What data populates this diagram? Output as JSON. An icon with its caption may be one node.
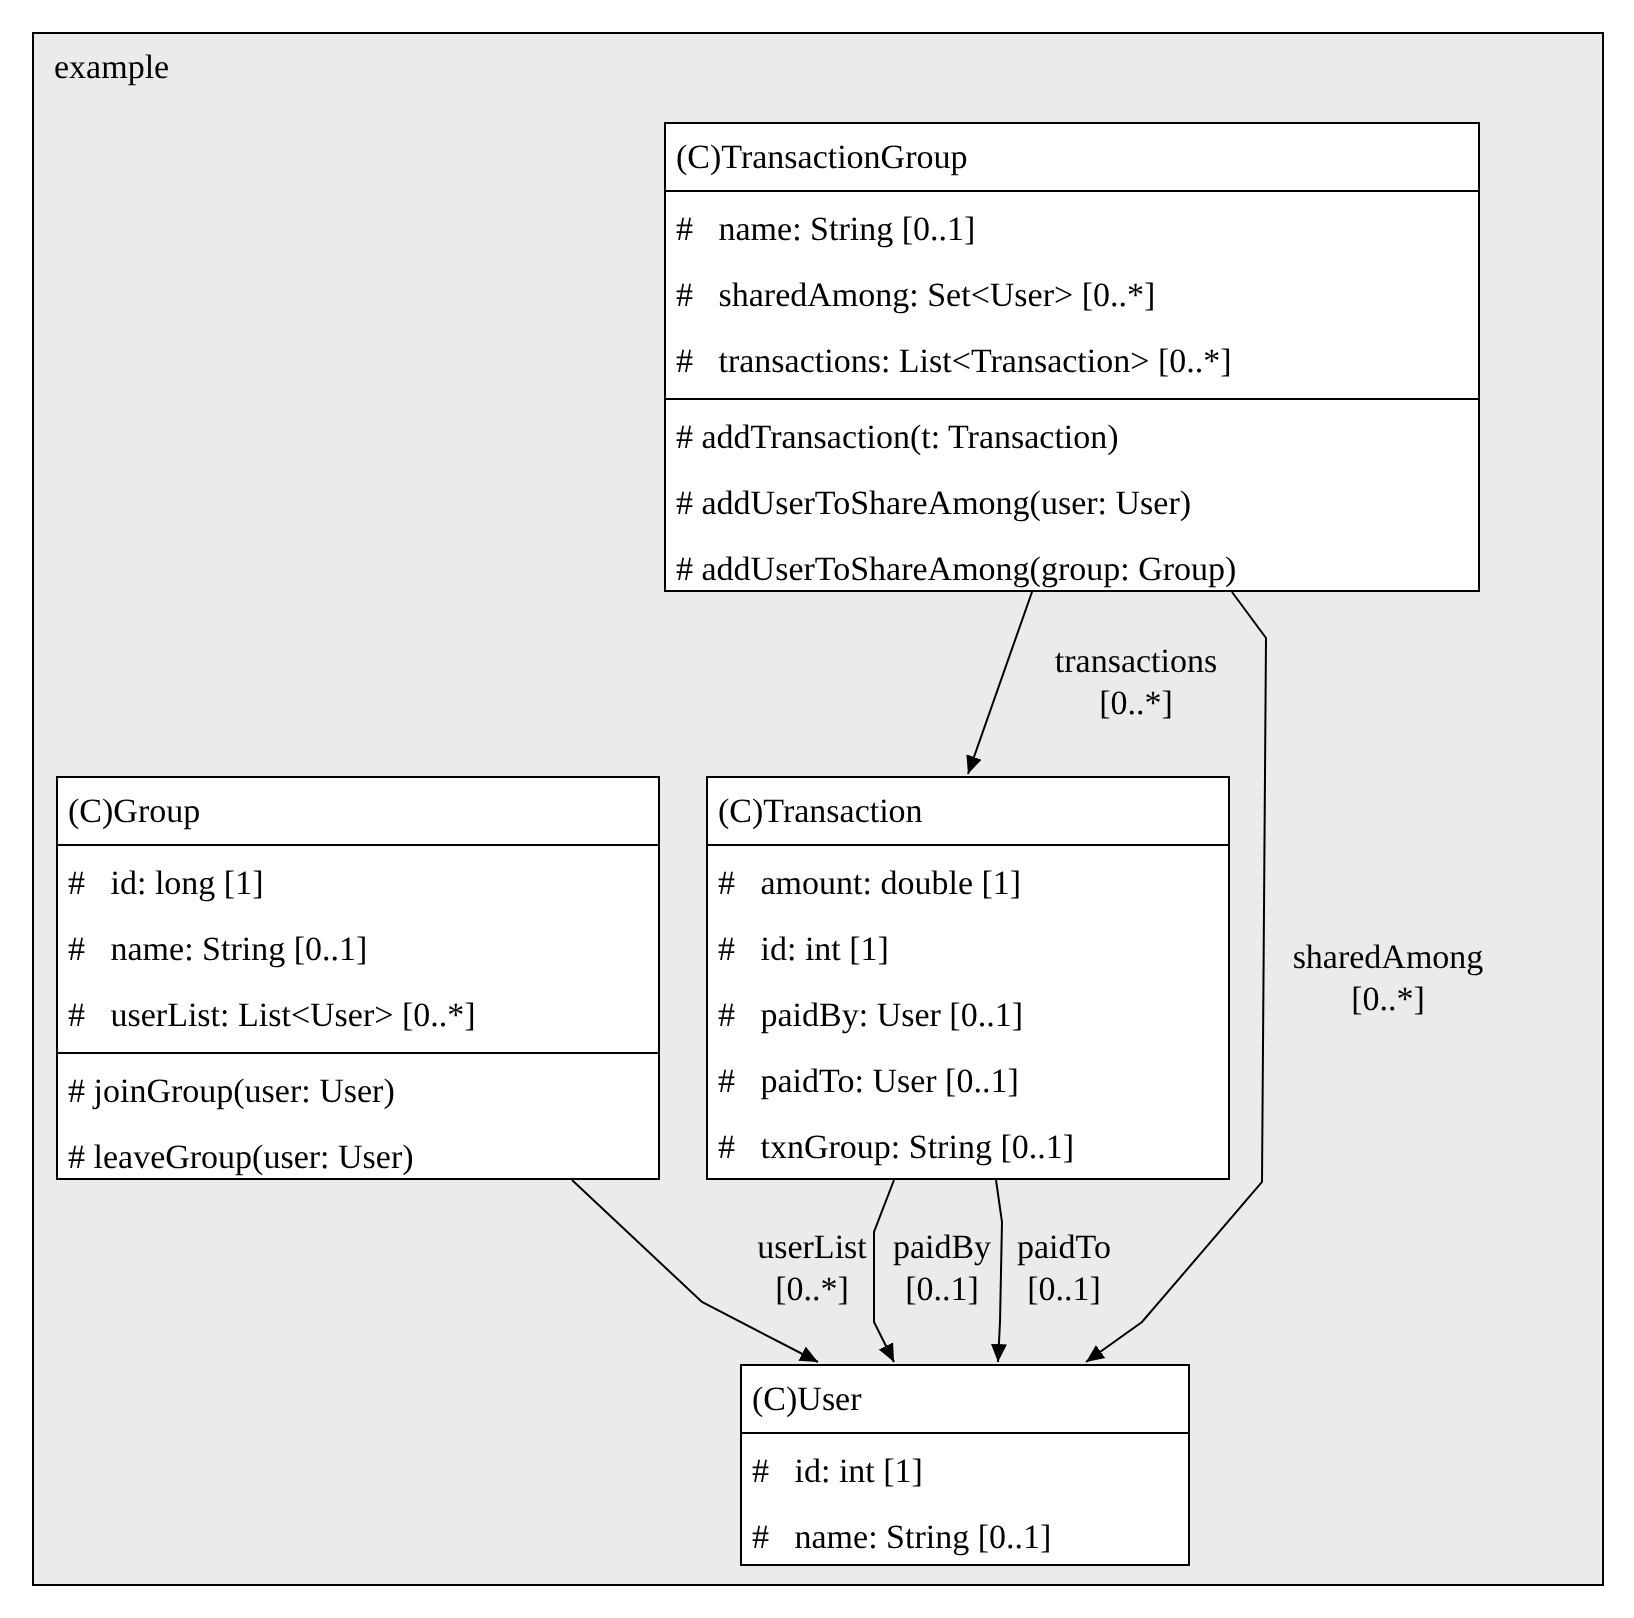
{
  "diagram": {
    "nodes": [
      {
        "text": [
          "example"
        ]
      },
      {
        "text": [
          "(C)TransactionGroup",
          "#   name: String [0..1]",
          "#   sharedAmong: Set<User> [0..*]",
          "#   transactions: List<Transaction> [0..*]",
          "# addTransaction(t: Transaction)",
          "# addUserToShareAmong(user: User)",
          "# addUserToShareAmong(group: Group)"
        ],
        "in": 0
      },
      {
        "text": [
          "(C)Group",
          "#   id: long [1]",
          "#   name: String [0..1]",
          "#   userList: List<User> [0..*]",
          "# joinGroup(user: User)",
          "# leaveGroup(user: User)"
        ],
        "in": 0
      },
      {
        "text": [
          "(C)Transaction",
          "#   amount: double [1]",
          "#   id: int [1]",
          "#   paidBy: User [0..1]",
          "#   paidTo: User [0..1]",
          "#   txnGroup: String [0..1]"
        ],
        "in": 0
      },
      {
        "text": [
          "(C)User",
          "#   id: int [1]",
          "#   name: String [0..1]"
        ],
        "in": 0
      }
    ],
    "edges": [
      {
        "from": 1,
        "to": 3,
        "arrow": "to",
        "label": "transactions [0..*]"
      },
      {
        "from": 1,
        "to": 4,
        "arrow": "to",
        "label": "sharedAmong [0..*]"
      },
      {
        "from": 2,
        "to": 4,
        "arrow": "to",
        "label": "userList [0..*]"
      },
      {
        "from": 3,
        "to": 4,
        "arrow": "to",
        "label": "paidBy [0..1]"
      },
      {
        "from": 3,
        "to": 4,
        "arrow": "to",
        "label": "paidTo [0..1]"
      }
    ]
  }
}
